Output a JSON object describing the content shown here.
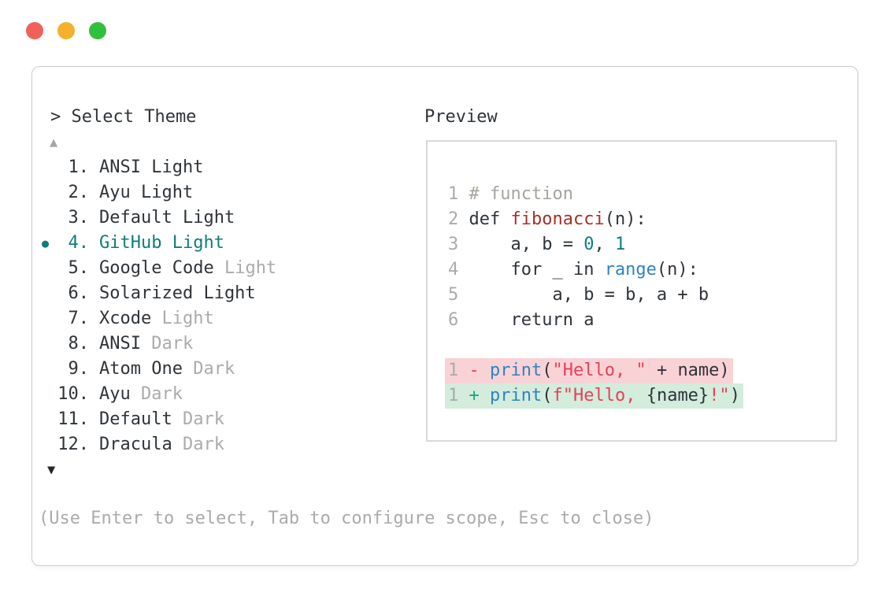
{
  "window": {
    "controls": {
      "close_color": "#f2605a",
      "minimize_color": "#f3b22e",
      "zoom_color": "#30c03d"
    }
  },
  "picker": {
    "title": "> Select Theme",
    "scroll_up": "▲",
    "scroll_down": "▼",
    "bullet": "●",
    "selected_index": 3,
    "items": [
      {
        "num": "1.",
        "label": "ANSI Light",
        "muted": "",
        "selected": false
      },
      {
        "num": "2.",
        "label": "Ayu Light",
        "muted": "",
        "selected": false
      },
      {
        "num": "3.",
        "label": "Default Light",
        "muted": "",
        "selected": false
      },
      {
        "num": "4.",
        "label": "GitHub Light",
        "muted": "",
        "selected": true
      },
      {
        "num": "5.",
        "label": "Google Code",
        "muted": "Light",
        "selected": false
      },
      {
        "num": "6.",
        "label": "Solarized Light",
        "muted": "",
        "selected": false
      },
      {
        "num": "7.",
        "label": "Xcode",
        "muted": "Light",
        "selected": false
      },
      {
        "num": "8.",
        "label": "ANSI",
        "muted": "Dark",
        "selected": false
      },
      {
        "num": "9.",
        "label": "Atom One",
        "muted": "Dark",
        "selected": false
      },
      {
        "num": "10.",
        "label": "Ayu",
        "muted": "Dark",
        "selected": false
      },
      {
        "num": "11.",
        "label": "Default",
        "muted": "Dark",
        "selected": false
      },
      {
        "num": "12.",
        "label": "Dracula",
        "muted": "Dark",
        "selected": false
      }
    ],
    "help": "(Use Enter to select, Tab to configure scope, Esc to close)"
  },
  "preview": {
    "title": "Preview",
    "code_lines": [
      {
        "num": "1",
        "diff": "",
        "tokens": [
          [
            " # function",
            "comment"
          ]
        ]
      },
      {
        "num": "2",
        "diff": "",
        "tokens": [
          [
            " def ",
            "plain"
          ],
          [
            "fibonacci",
            "func"
          ],
          [
            "(n):",
            "plain"
          ]
        ]
      },
      {
        "num": "3",
        "diff": "",
        "tokens": [
          [
            "     a, b = ",
            "plain"
          ],
          [
            "0",
            "number"
          ],
          [
            ", ",
            "plain"
          ],
          [
            "1",
            "number"
          ]
        ]
      },
      {
        "num": "4",
        "diff": "",
        "tokens": [
          [
            "     for _ in ",
            "plain"
          ],
          [
            "range",
            "builtin"
          ],
          [
            "(n):",
            "plain"
          ]
        ]
      },
      {
        "num": "5",
        "diff": "",
        "tokens": [
          [
            "         a, b = b, a + b",
            "plain"
          ]
        ]
      },
      {
        "num": "6",
        "diff": "",
        "tokens": [
          [
            "     return a",
            "plain"
          ]
        ]
      },
      {
        "num": "",
        "diff": "",
        "blank": true,
        "tokens": []
      },
      {
        "num": "1",
        "diff": "removed",
        "tokens": [
          [
            " - ",
            "minus"
          ],
          [
            "print",
            "builtin"
          ],
          [
            "(",
            "plain"
          ],
          [
            "\"Hello, \"",
            "string"
          ],
          [
            " + name",
            "plain"
          ],
          [
            ")",
            "plain"
          ]
        ]
      },
      {
        "num": "1",
        "diff": "added",
        "tokens": [
          [
            " + ",
            "plus"
          ],
          [
            "print",
            "builtin"
          ],
          [
            "(",
            "plain"
          ],
          [
            "f\"Hello, ",
            "string"
          ],
          [
            "{name}",
            "plain"
          ],
          [
            "!\"",
            "string"
          ],
          [
            ")",
            "plain"
          ]
        ]
      }
    ]
  },
  "colors": {
    "text": "#2e3439",
    "muted": "#a9abac",
    "selection_teal": "#0e7d79",
    "comment": "#a2a79a",
    "function_red": "#a43128",
    "number_teal": "#0b7f87",
    "builtin_blue": "#2e83c5",
    "string_crimson": "#e8405a",
    "diff_plus_teal": "#1fa08c",
    "removed_bg": "#f9d2d6",
    "added_bg": "#d3ecdc",
    "frame_border": "#cccccc",
    "preview_border": "#d9d9d9"
  }
}
